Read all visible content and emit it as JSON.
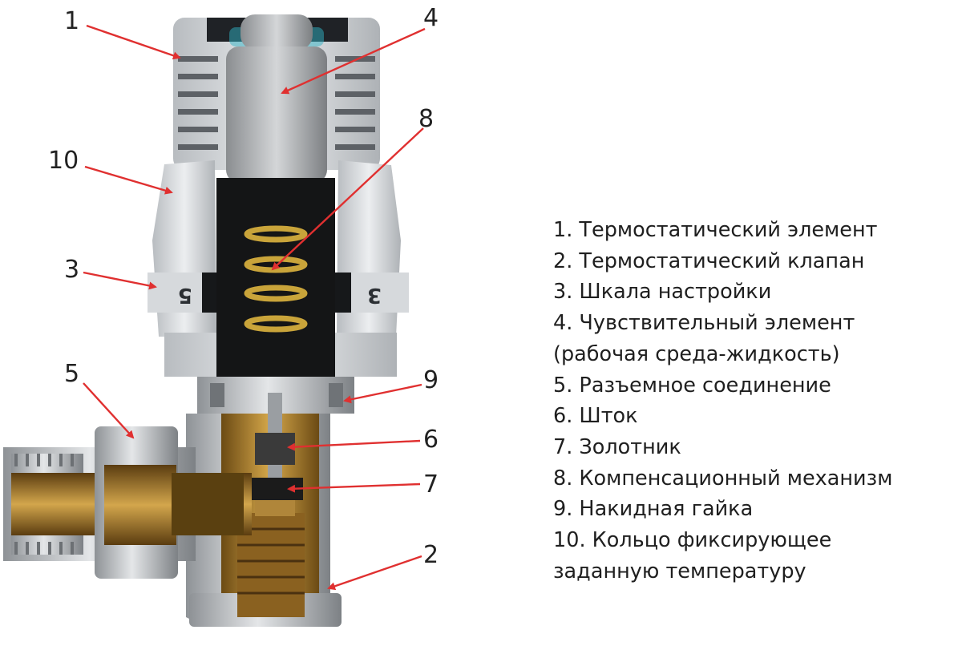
{
  "callouts": [
    {
      "number": "1"
    },
    {
      "number": "2"
    },
    {
      "number": "3"
    },
    {
      "number": "4"
    },
    {
      "number": "5"
    },
    {
      "number": "6"
    },
    {
      "number": "7"
    },
    {
      "number": "8"
    },
    {
      "number": "9"
    },
    {
      "number": "10"
    }
  ],
  "scale_marks": {
    "left": "5",
    "right": "3"
  },
  "legend": [
    "1. Термостатический элемент",
    "2. Термостатический клапан",
    "3. Шкала настройки",
    "4. Чувствительный элемент",
    "(рабочая среда-жидкость)",
    "5. Разъемное соединение",
    "6. Шток",
    "7. Золотник",
    "8. Компенсационный механизм",
    "9. Накидная гайка",
    "10. Кольцо фиксирующее",
    "заданную температуру"
  ],
  "colors": {
    "arrow": "#e03030",
    "plastic": "#d9dcdf",
    "brass": "#b88b2e",
    "chrome": "#b9bcbf",
    "dark": "#1a1a1a"
  }
}
